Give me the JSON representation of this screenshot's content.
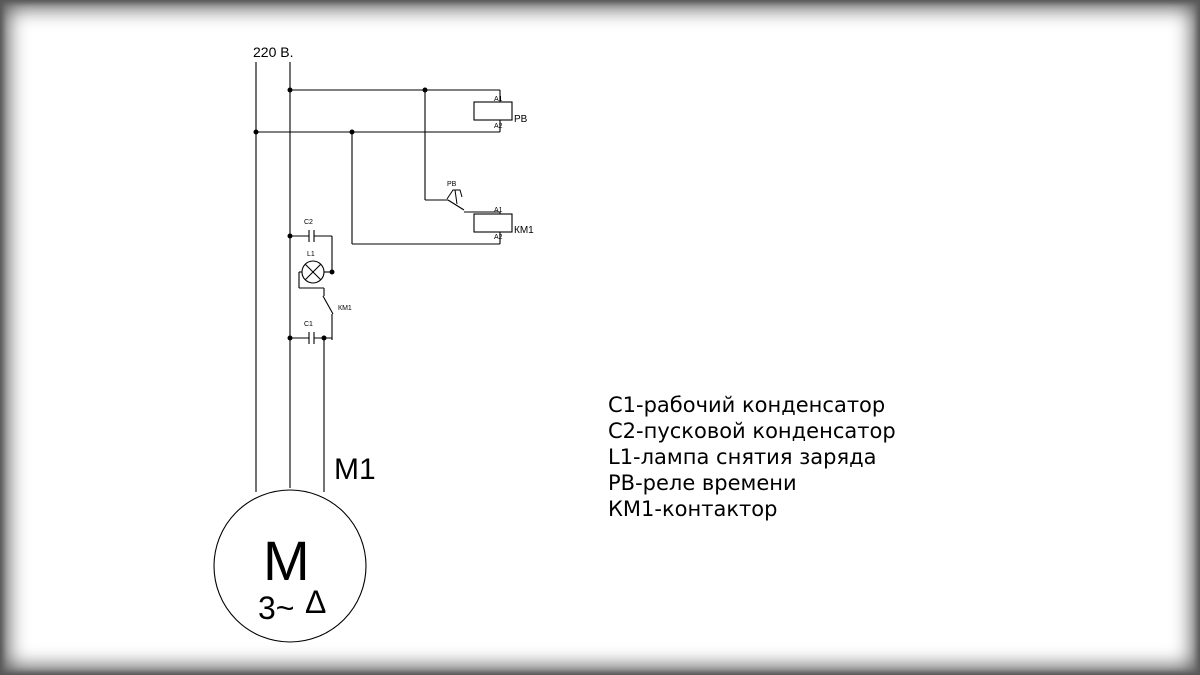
{
  "supply_label": "220 В.",
  "relay_terminals": {
    "top": "A1",
    "bottom": "A2"
  },
  "relay_pv": {
    "name": "РВ"
  },
  "contactor_km1": {
    "name": "КМ1"
  },
  "timer_contact": {
    "name": "РВ"
  },
  "capacitor_c2": {
    "name": "С2"
  },
  "capacitor_c1": {
    "name": "С1"
  },
  "lamp_l1": {
    "name": "L1"
  },
  "contact_km1": {
    "name": "КМ1"
  },
  "motor": {
    "name": "М1",
    "symbol": "M",
    "phases": "3~",
    "connection": "Δ"
  },
  "legend": [
    "С1-рабочий конденсатор",
    "С2-пусковой конденсатор",
    "L1-лампа снятия заряда",
    "РВ-реле времени",
    "КМ1-контактор"
  ]
}
